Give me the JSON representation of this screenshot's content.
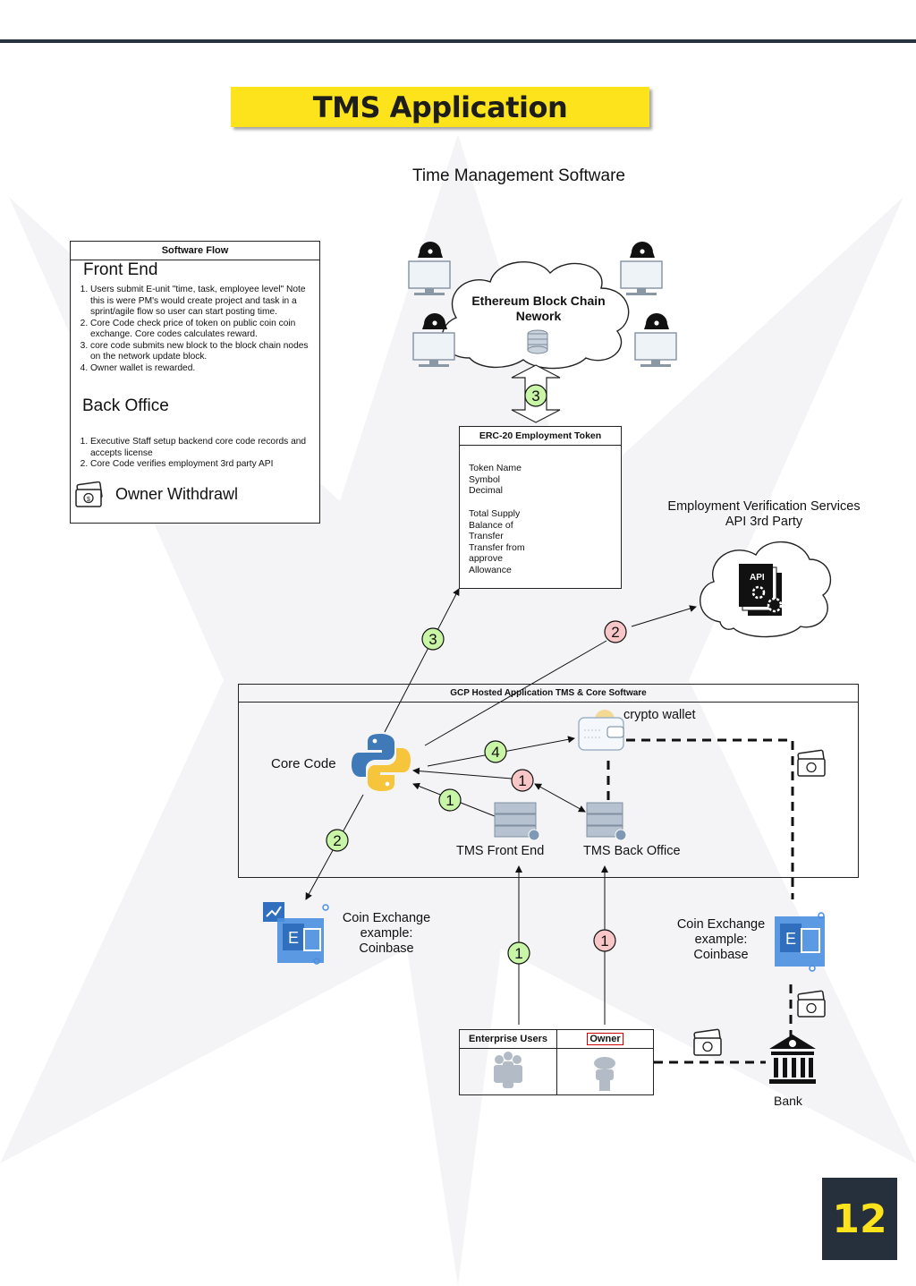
{
  "header": {
    "title": "TMS Application"
  },
  "subtitle": "Time Management Software",
  "software_flow": {
    "heading": "Software Flow",
    "front_end_title": "Front End",
    "front_end_items": [
      "Users submit E-unit \"time, task, employee level\" Note this is were PM's would create project and task in a sprint/agile flow so user can start posting time.",
      "Core Code check price of token on public coin coin exchange. Core codes calculates reward.",
      "core code submits new block to the block chain nodes on the network update block.",
      "Owner wallet is rewarded."
    ],
    "back_office_title": "Back Office",
    "back_office_items": [
      "Executive Staff setup backend core code records and accepts license",
      "Core Code verifies employment 3rd party API"
    ],
    "owner_withdrawl": "Owner Withdrawl"
  },
  "blockchain": {
    "line1": "Ethereum Block Chain",
    "line2": "Nework"
  },
  "erc20": {
    "heading": "ERC-20 Employment Token",
    "group1": [
      "Token Name",
      "Symbol",
      "Decimal"
    ],
    "group2": [
      "Total Supply",
      "Balance of",
      "Transfer",
      "Transfer from",
      "approve",
      "Allowance"
    ]
  },
  "verification": {
    "line1": "Employment Verification Services",
    "line2": "API 3rd Party",
    "api_tag": "API"
  },
  "gcp": {
    "heading": "GCP Hosted Application TMS & Core Software"
  },
  "labels": {
    "core_code": "Core Code",
    "crypto_wallet": "crypto wallet",
    "tms_front_end": "TMS Front End",
    "tms_back_office": "TMS Back Office",
    "coin_exchange_left": [
      "Coin Exchange",
      "example:",
      "Coinbase"
    ],
    "coin_exchange_right": [
      "Coin Exchange",
      "example:",
      "Coinbase"
    ],
    "bank": "Bank",
    "enterprise_users": "Enterprise  Users",
    "owner": "Owner"
  },
  "step_badges": {
    "blockchain": "3",
    "erc20_link": "3",
    "verify_link": "2",
    "wallet_link": "4",
    "backoffice_link": "1",
    "frontend_link": "1",
    "exchange_link": "2",
    "users_link": "1",
    "owner_link": "1"
  },
  "colors": {
    "banner_yellow": "#fde31b",
    "navy": "#26303d",
    "badge_green": "#c9f5a6",
    "badge_pink": "#f8c6c6",
    "icon_blue": "#3f83d6"
  },
  "page_number": "12"
}
